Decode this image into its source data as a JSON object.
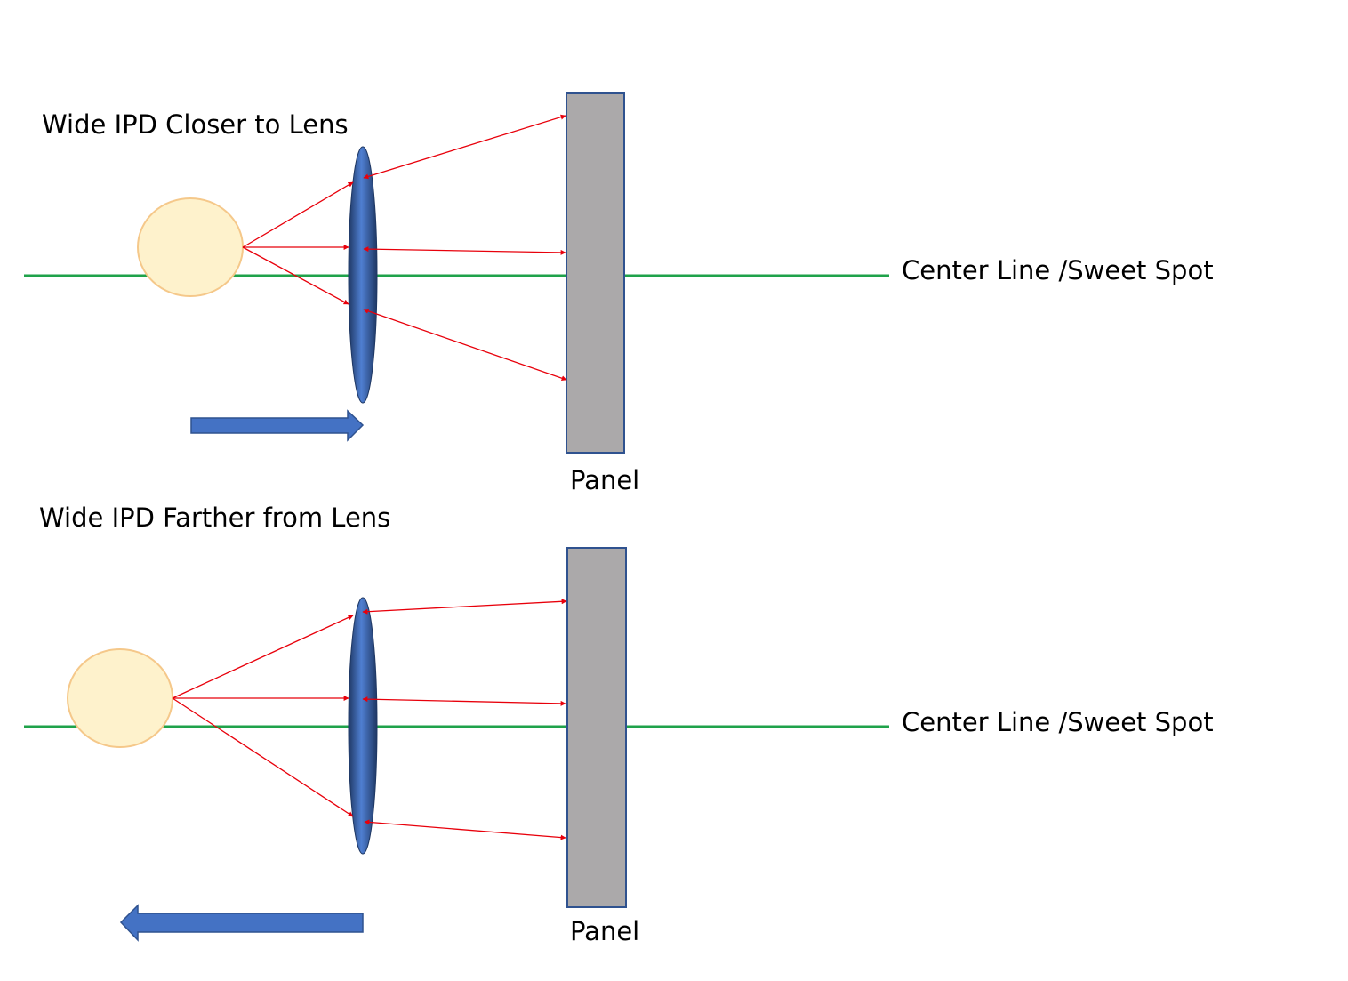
{
  "colors": {
    "center_line": "#1fa24a",
    "ray": "#e8000b",
    "eye_fill": "#fef2cc",
    "eye_stroke": "#f5c88a",
    "lens_fill": "#4472c4",
    "lens_dark": "#1f3864",
    "panel_fill": "#aba9aa",
    "panel_stroke": "#2f528f",
    "arrow_fill": "#4472c4",
    "arrow_stroke": "#2f528f"
  },
  "top": {
    "title": "Wide IPD Closer to Lens",
    "center_line_label": "Center Line /Sweet Spot",
    "panel_label": "Panel",
    "arrow_direction": "right"
  },
  "bottom": {
    "title": "Wide IPD Farther from Lens",
    "center_line_label": "Center Line /Sweet Spot",
    "panel_label": "Panel",
    "arrow_direction": "left"
  }
}
